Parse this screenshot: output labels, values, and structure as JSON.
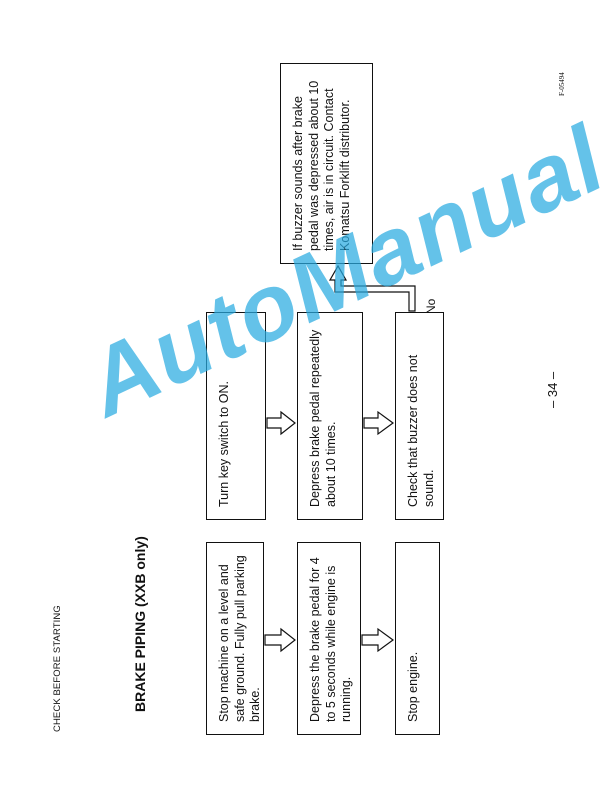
{
  "header": {
    "section": "CHECK BEFORE STARTING"
  },
  "title": "BRAKE PIPING (XXB only)",
  "left_column": {
    "steps": [
      "Stop machine on a level and safe ground. Fully pull parking brake.",
      "Depress the brake pedal for 4 to 5 seconds while engine is running.",
      "Stop engine."
    ]
  },
  "right_column": {
    "steps": [
      "Turn key switch to ON.",
      "Depress brake pedal repeatedly about 10 times.",
      "Check that buzzer does not sound."
    ],
    "branch_label": "No",
    "result": "If buzzer sounds after brake pedal was depressed about 10 times, air is in circuit. Contact Komatsu Forklift distributor."
  },
  "page_number": "– 34 –",
  "figure_ref": "F-05494",
  "watermark": "AutoManual",
  "colors": {
    "watermark": "#28aae1",
    "ink": "#111111",
    "paper": "#ffffff"
  }
}
